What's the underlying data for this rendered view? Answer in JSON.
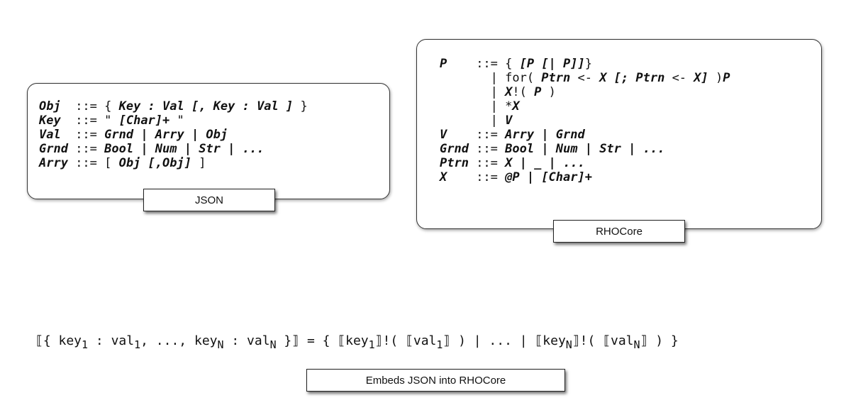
{
  "json_grammar": {
    "caption": "JSON",
    "lines": [
      [
        {
          "t": "Obj",
          "b": true
        },
        {
          "t": "  ::= { "
        },
        {
          "t": "Key : Val [, Key : Val ]",
          "b": true
        },
        {
          "t": " }"
        }
      ],
      [
        {
          "t": "Key",
          "b": true
        },
        {
          "t": "  ::= \" "
        },
        {
          "t": "[Char]+",
          "b": true
        },
        {
          "t": " \""
        }
      ],
      [
        {
          "t": "Val",
          "b": true
        },
        {
          "t": "  ::= "
        },
        {
          "t": "Grnd | Arry | Obj",
          "b": true
        }
      ],
      [
        {
          "t": "Grnd",
          "b": true
        },
        {
          "t": " ::= "
        },
        {
          "t": "Bool | Num | Str | ...",
          "b": true
        }
      ],
      [
        {
          "t": "Arry",
          "b": true
        },
        {
          "t": " ::= [ "
        },
        {
          "t": "Obj [,Obj]",
          "b": true
        },
        {
          "t": " ]"
        }
      ]
    ]
  },
  "rhocore_grammar": {
    "caption": "RHOCore",
    "lines": [
      [
        {
          "t": "P",
          "b": true
        },
        {
          "t": "    ::= { "
        },
        {
          "t": "[P [| P]]",
          "b": true
        },
        {
          "t": "}"
        }
      ],
      [
        {
          "t": "       | for( "
        },
        {
          "t": "Ptrn",
          "b": true
        },
        {
          "t": " <- "
        },
        {
          "t": "X [; Ptrn",
          "b": true
        },
        {
          "t": " <- "
        },
        {
          "t": "X]",
          "b": true
        },
        {
          "t": " )"
        },
        {
          "t": "P",
          "b": true
        }
      ],
      [
        {
          "t": "       | "
        },
        {
          "t": "X",
          "b": true
        },
        {
          "t": "!( "
        },
        {
          "t": "P",
          "b": true
        },
        {
          "t": " )"
        }
      ],
      [
        {
          "t": "       | *"
        },
        {
          "t": "X",
          "b": true
        }
      ],
      [
        {
          "t": "       | "
        },
        {
          "t": "V",
          "b": true
        }
      ],
      [
        {
          "t": "V",
          "b": true
        },
        {
          "t": "    ::= "
        },
        {
          "t": "Arry | Grnd",
          "b": true
        }
      ],
      [
        {
          "t": "Grnd",
          "b": true
        },
        {
          "t": " ::= "
        },
        {
          "t": "Bool | Num | Str | ...",
          "b": true
        }
      ],
      [
        {
          "t": "Ptrn",
          "b": true
        },
        {
          "t": " ::= "
        },
        {
          "t": "X | _ | ...",
          "b": true
        }
      ],
      [
        {
          "t": "X",
          "b": true
        },
        {
          "t": "    ::= "
        },
        {
          "t": "@P | [Char]+",
          "b": true
        }
      ]
    ]
  },
  "embedding": {
    "caption": "Embeds JSON into RHOCore",
    "formula": [
      {
        "t": "⟦{ key"
      },
      {
        "s": "1"
      },
      {
        "t": " : val"
      },
      {
        "s": "1"
      },
      {
        "t": ", ..., key"
      },
      {
        "s": "N"
      },
      {
        "t": " : val"
      },
      {
        "s": "N"
      },
      {
        "t": " }⟧ = { ⟦key"
      },
      {
        "s": "1"
      },
      {
        "t": "⟧!( ⟦val"
      },
      {
        "s": "1"
      },
      {
        "t": "⟧ ) | ... | ⟦key"
      },
      {
        "s": "N"
      },
      {
        "t": "⟧!( ⟦val"
      },
      {
        "s": "N"
      },
      {
        "t": "⟧ ) }"
      }
    ]
  }
}
